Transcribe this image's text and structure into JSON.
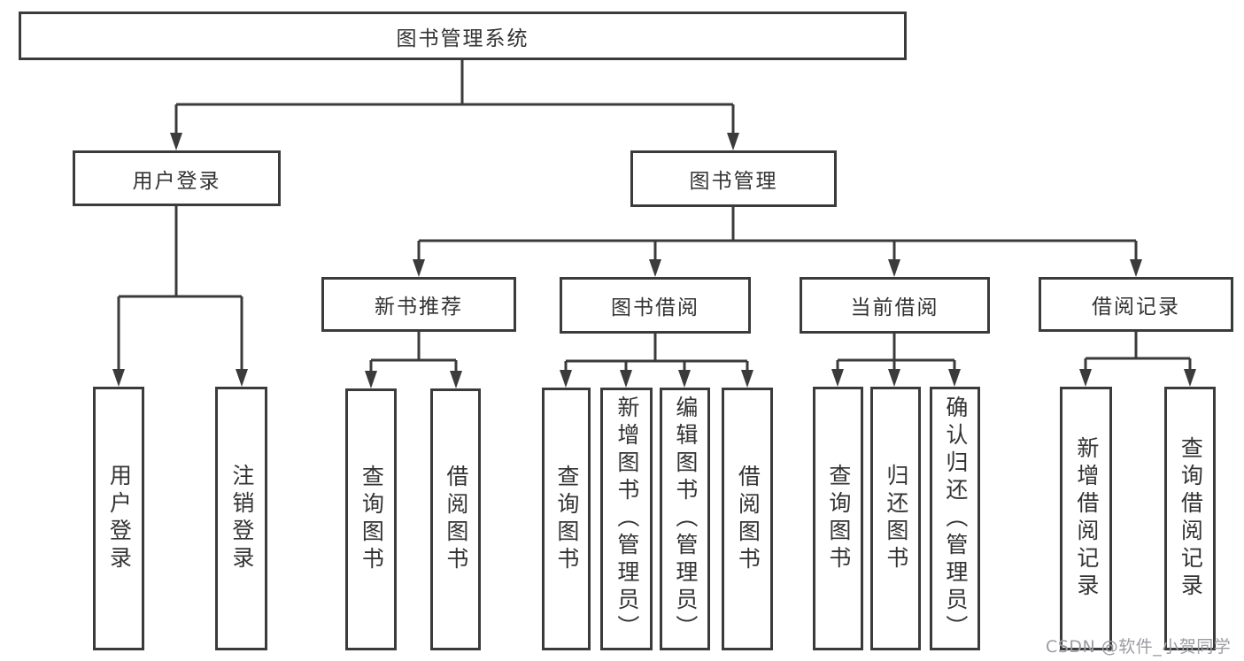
{
  "diagram": {
    "title": "图书管理系统",
    "level2": {
      "user_login": "用户登录",
      "book_mgmt": "图书管理"
    },
    "level3": {
      "new_book": "新书推荐",
      "borrowing": "图书借阅",
      "current": "当前借阅",
      "records": "借阅记录"
    },
    "leaves": {
      "user_login": "用户登录",
      "logout": "注销登录",
      "nb_query": "查询图书",
      "nb_borrow": "借阅图书",
      "bw_query": "查询图书",
      "bw_add": "新增图书（管理员）",
      "bw_edit": "编辑图书（管理员）",
      "bw_borrow": "借阅图书",
      "cur_query": "查询图书",
      "cur_return": "归还图书",
      "cur_confirm": "确认归还（管理员）",
      "rec_add": "新增借阅记录",
      "rec_query": "查询借阅记录"
    }
  },
  "watermark": "CSDN @软件_小贺同学",
  "colors": {
    "line": "#3b3b3b",
    "text": "#333333",
    "watermark": "#9b9ca3",
    "background": "#ffffff"
  }
}
